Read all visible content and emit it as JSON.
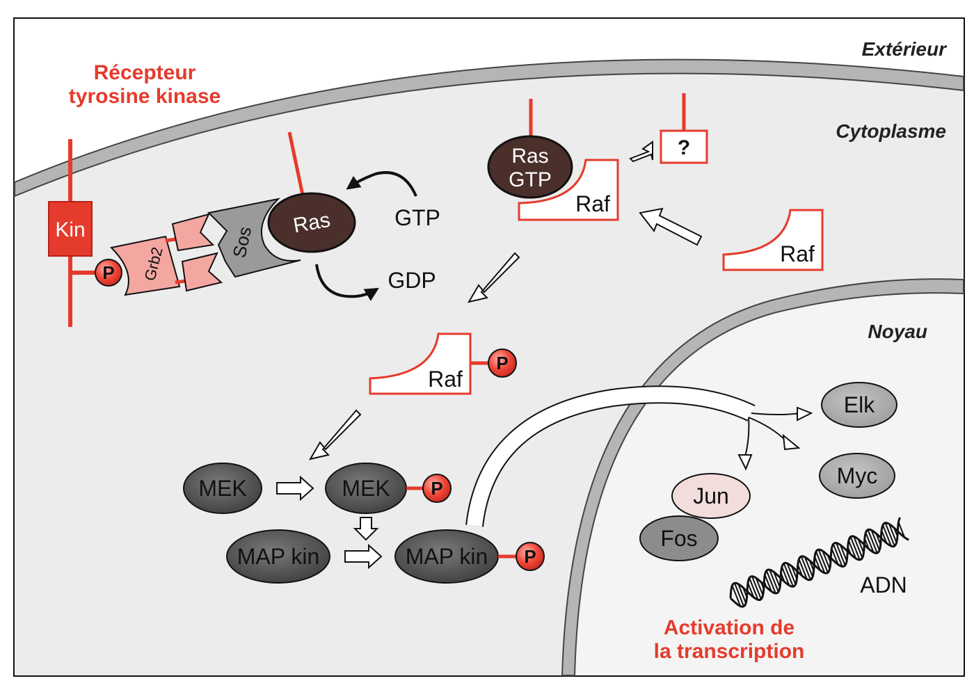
{
  "regions": {
    "exterior": "Extérieur",
    "cytoplasm": "Cytoplasme",
    "nucleus": "Noyau"
  },
  "receptor": {
    "title_line1": "Récepteur",
    "title_line2": "tyrosine kinase",
    "kin_label": "Kin",
    "p_label": "P"
  },
  "adaptors": {
    "grb2": "Grb2",
    "sos": "Sos"
  },
  "ras": {
    "membrane_label": "Ras",
    "gtp_line1": "Ras",
    "gtp_line2": "GTP"
  },
  "nucleotides": {
    "gtp": "GTP",
    "gdp": "GDP"
  },
  "unknown": "?",
  "raf": {
    "bound": "Raf",
    "free": "Raf",
    "phos": "Raf",
    "p_label": "P"
  },
  "mek": {
    "inactive": "MEK",
    "active": "MEK",
    "p_label": "P"
  },
  "mapk": {
    "inactive": "MAP kin",
    "active": "MAP kin",
    "p_label": "P"
  },
  "factors": {
    "elk": "Elk",
    "myc": "Myc",
    "jun": "Jun",
    "fos": "Fos"
  },
  "dna": "ADN",
  "outcome": {
    "line1": "Activation de",
    "line2": "la transcription"
  },
  "colors": {
    "red": "#e53b2c",
    "pink": "#f4a7a1",
    "dark_brown": "#4a2f2b",
    "gray_protein": "#a9a9a9",
    "dark_protein": "#4d4d4d",
    "membrane": "#b5b5b5",
    "cytoplasm": "#ececec"
  }
}
